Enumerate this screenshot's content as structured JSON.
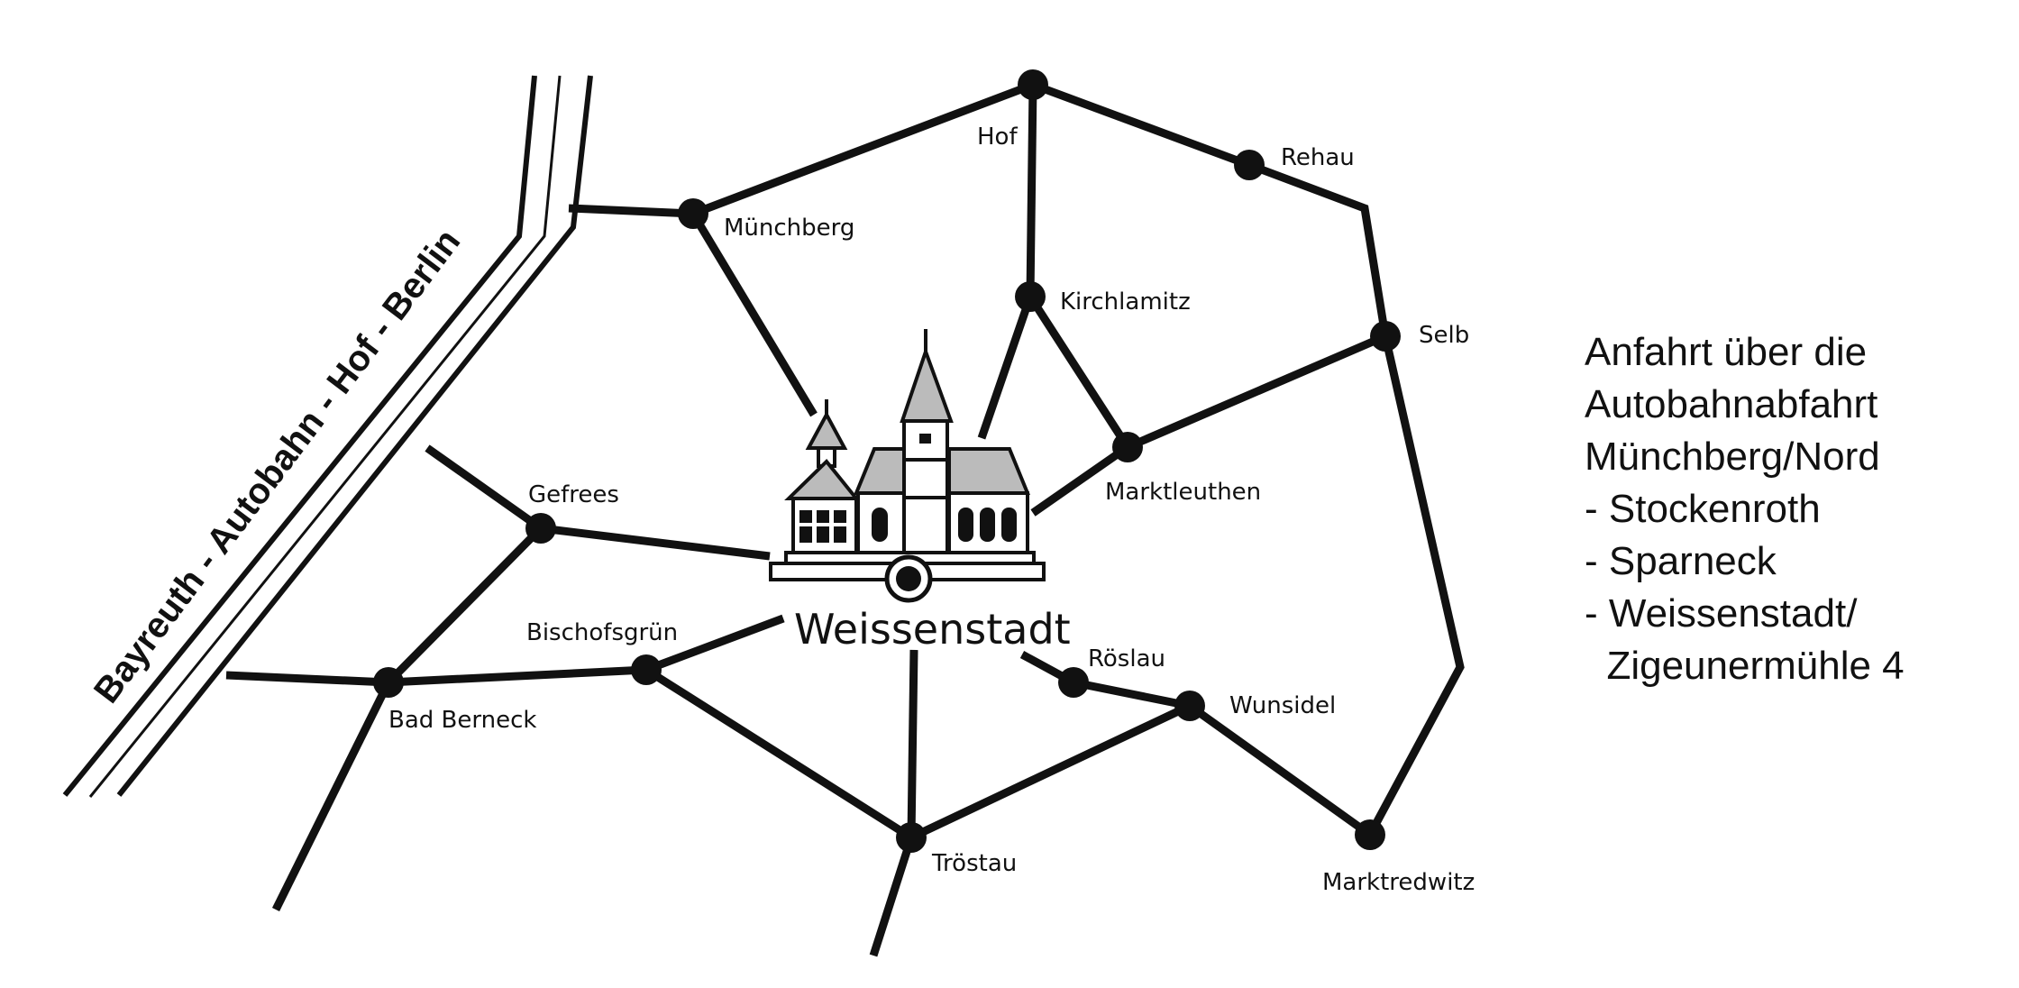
{
  "map": {
    "center_town": "Weissenstadt",
    "highway_label": "Bayreuth - Autobahn - Hof - Berlin",
    "places": [
      "Hof",
      "Rehau",
      "Münchberg",
      "Kirchlamitz",
      "Selb",
      "Marktleuthen",
      "Gefrees",
      "Bischofsgrün",
      "Bad Berneck",
      "Röslau",
      "Wunsidel",
      "Tröstau",
      "Marktredwitz"
    ]
  },
  "directions": {
    "lines": [
      "Anfahrt über die",
      "Autobahnabfahrt",
      "Münchberg/Nord",
      "- Stockenroth",
      "- Sparneck",
      "- Weissenstadt/",
      "  Zigeunermühle 4"
    ]
  },
  "colors": {
    "ink": "#111111",
    "background": "#ffffff"
  }
}
